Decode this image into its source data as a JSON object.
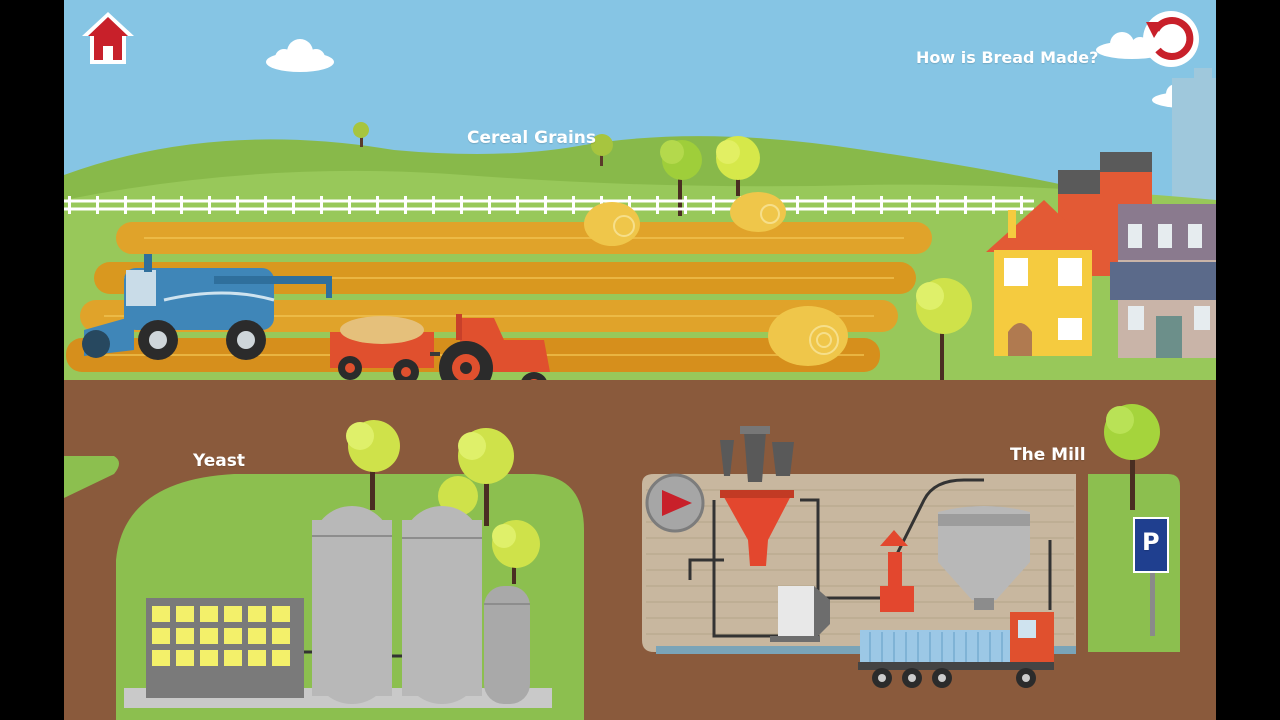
{
  "title": "How is Bread Made?",
  "areas": {
    "cereal_grains": "Cereal Grains",
    "yeast": "Yeast",
    "mill": "The Mill"
  },
  "parking_sign": "P",
  "icons": {
    "home": "home-icon",
    "back": "undo-arrow-icon",
    "play": "play-icon"
  },
  "colors": {
    "sky": "#86c5e4",
    "grass": "#8cbf4f",
    "road": "#8a5a3c",
    "accent_red": "#c8202a",
    "wheat": "#e0a32a"
  }
}
